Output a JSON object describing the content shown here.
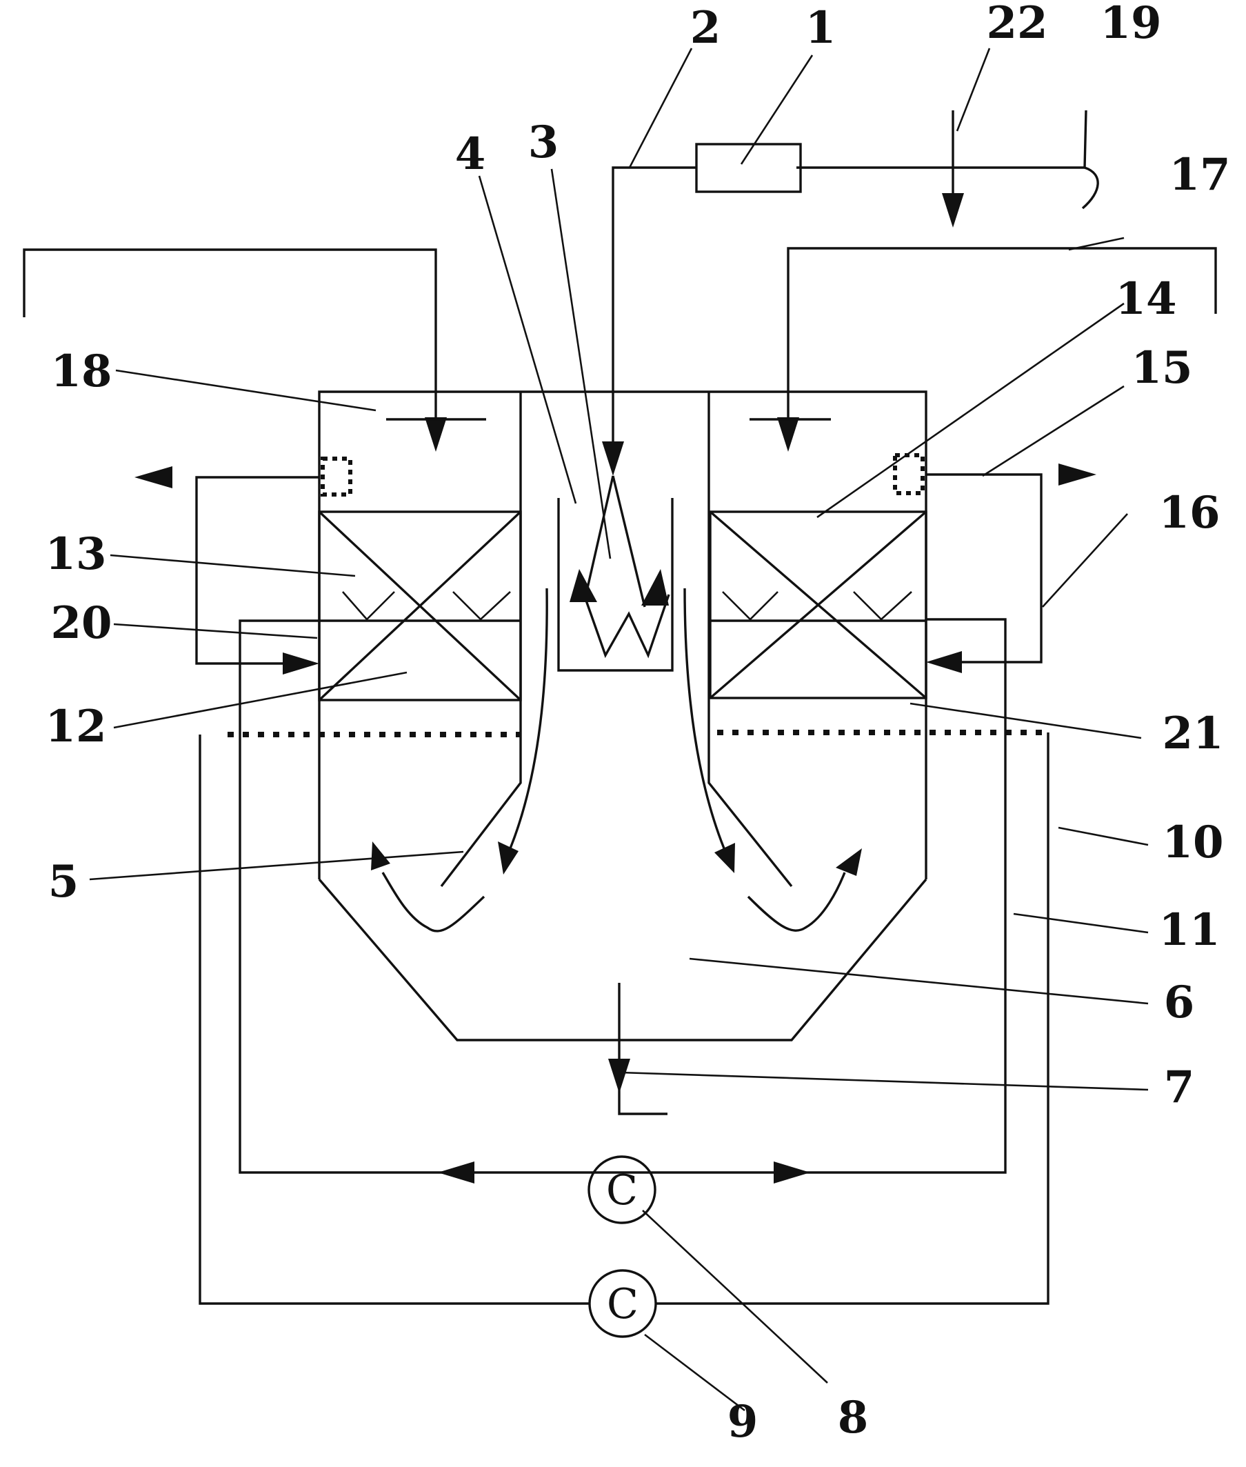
{
  "labels": {
    "l1": "1",
    "l2": "2",
    "l3": "3",
    "l4": "4",
    "l5": "5",
    "l6": "6",
    "l7": "7",
    "l8": "8",
    "l9": "9",
    "l10": "10",
    "l11": "11",
    "l12": "12",
    "l13": "13",
    "l14": "14",
    "l15": "15",
    "l16": "16",
    "l17": "17",
    "l18": "18",
    "l19": "19",
    "l20": "20",
    "l21": "21",
    "l22": "22"
  },
  "pump_symbols": {
    "pump_8": "C",
    "pump_9": "C"
  }
}
